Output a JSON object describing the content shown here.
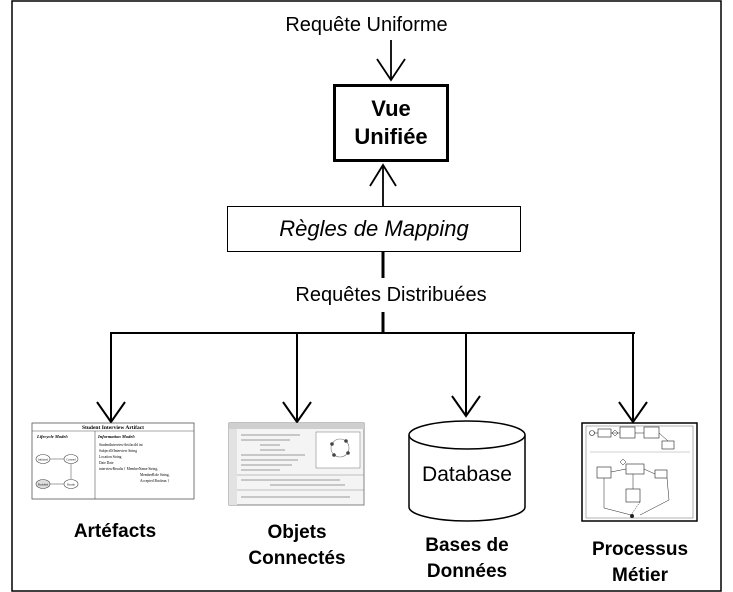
{
  "diagram": {
    "top_label": "Requête Uniforme",
    "unified_view": {
      "line1": "Vue",
      "line2": "Unifiée"
    },
    "mapping_rules": "Règles de Mapping",
    "distributed_label": "Requêtes Distribuées",
    "sources": [
      {
        "name": "Artéfacts",
        "thumbnail": {
          "title": "Student Interview Artifact",
          "left_heading": "Lifecycle Model:",
          "right_heading": "Information Model:",
          "states": [
            "Initiated",
            "Created",
            "Finished",
            "Ready"
          ],
          "fields": [
            "StudentInterviewArtifactId int",
            "SubjectOfInterview String",
            "Location String",
            "Date Date",
            "interviewResults {  MemberName String,",
            "MemberRole String,",
            "Accepted Boolean      }"
          ]
        }
      },
      {
        "name_line1": "Objets",
        "name_line2": "Connectés"
      },
      {
        "name": "Bases de Données",
        "name_line1": "Bases de",
        "name_line2": "Données",
        "icon_label": "Database"
      },
      {
        "name_line1": "Processus",
        "name_line2": "Métier"
      }
    ]
  }
}
